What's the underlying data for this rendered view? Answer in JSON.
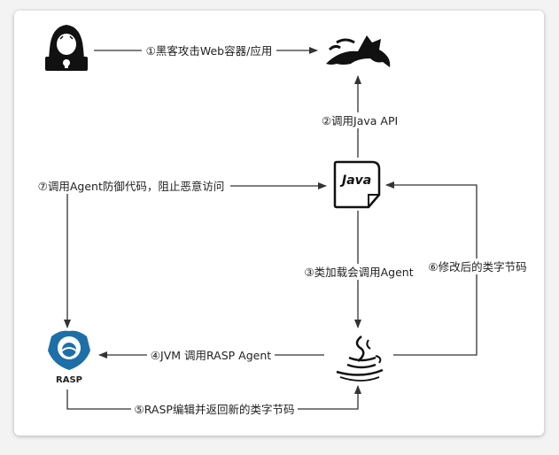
{
  "steps": {
    "s1": "①黑客攻击Web容器/应用",
    "s2": "②调用Java API",
    "s3": "③类加载会调用Agent",
    "s4": "④JVM 调用RASP Agent",
    "s5": "⑤RASP编辑并返回新的类字节码",
    "s6": "⑥修改后的类字节码",
    "s7": "⑦调用Agent防御代码，阻止恶意访问"
  },
  "nodes": {
    "java_label": "Java",
    "rasp_label": "RASP"
  },
  "icons": {
    "hacker": "hacker-icon",
    "tomcat": "tomcat-icon",
    "java_file": "java-file-icon",
    "java_cup": "java-cup-icon",
    "rasp": "rasp-shield-icon"
  },
  "colors": {
    "line": "#333333",
    "rasp_blue": "#1e6fa8"
  }
}
